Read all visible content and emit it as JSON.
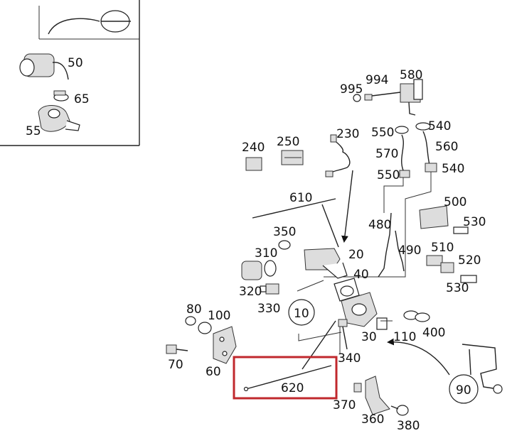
{
  "highlight_color": "#c0282d",
  "labels": {
    "l10": "10",
    "l20": "20",
    "l30": "30",
    "l40": "40",
    "l50": "50",
    "l55": "55",
    "l60": "60",
    "l65": "65",
    "l70": "70",
    "l80": "80",
    "l90": "90",
    "l100": "100",
    "l110": "110",
    "l230": "230",
    "l240": "240",
    "l250": "250",
    "l310": "310",
    "l320": "320",
    "l330": "330",
    "l340": "340",
    "l350": "350",
    "l360": "360",
    "l370": "370",
    "l380": "380",
    "l400": "400",
    "l480": "480",
    "l490": "490",
    "l500": "500",
    "l510": "510",
    "l520": "520",
    "l530a": "530",
    "l530b": "530",
    "l540a": "540",
    "l540b": "540",
    "l550a": "550",
    "l550b": "550",
    "l560": "560",
    "l570": "570",
    "l580": "580",
    "l610": "610",
    "l620": "620",
    "l994": "994",
    "l995": "995"
  }
}
